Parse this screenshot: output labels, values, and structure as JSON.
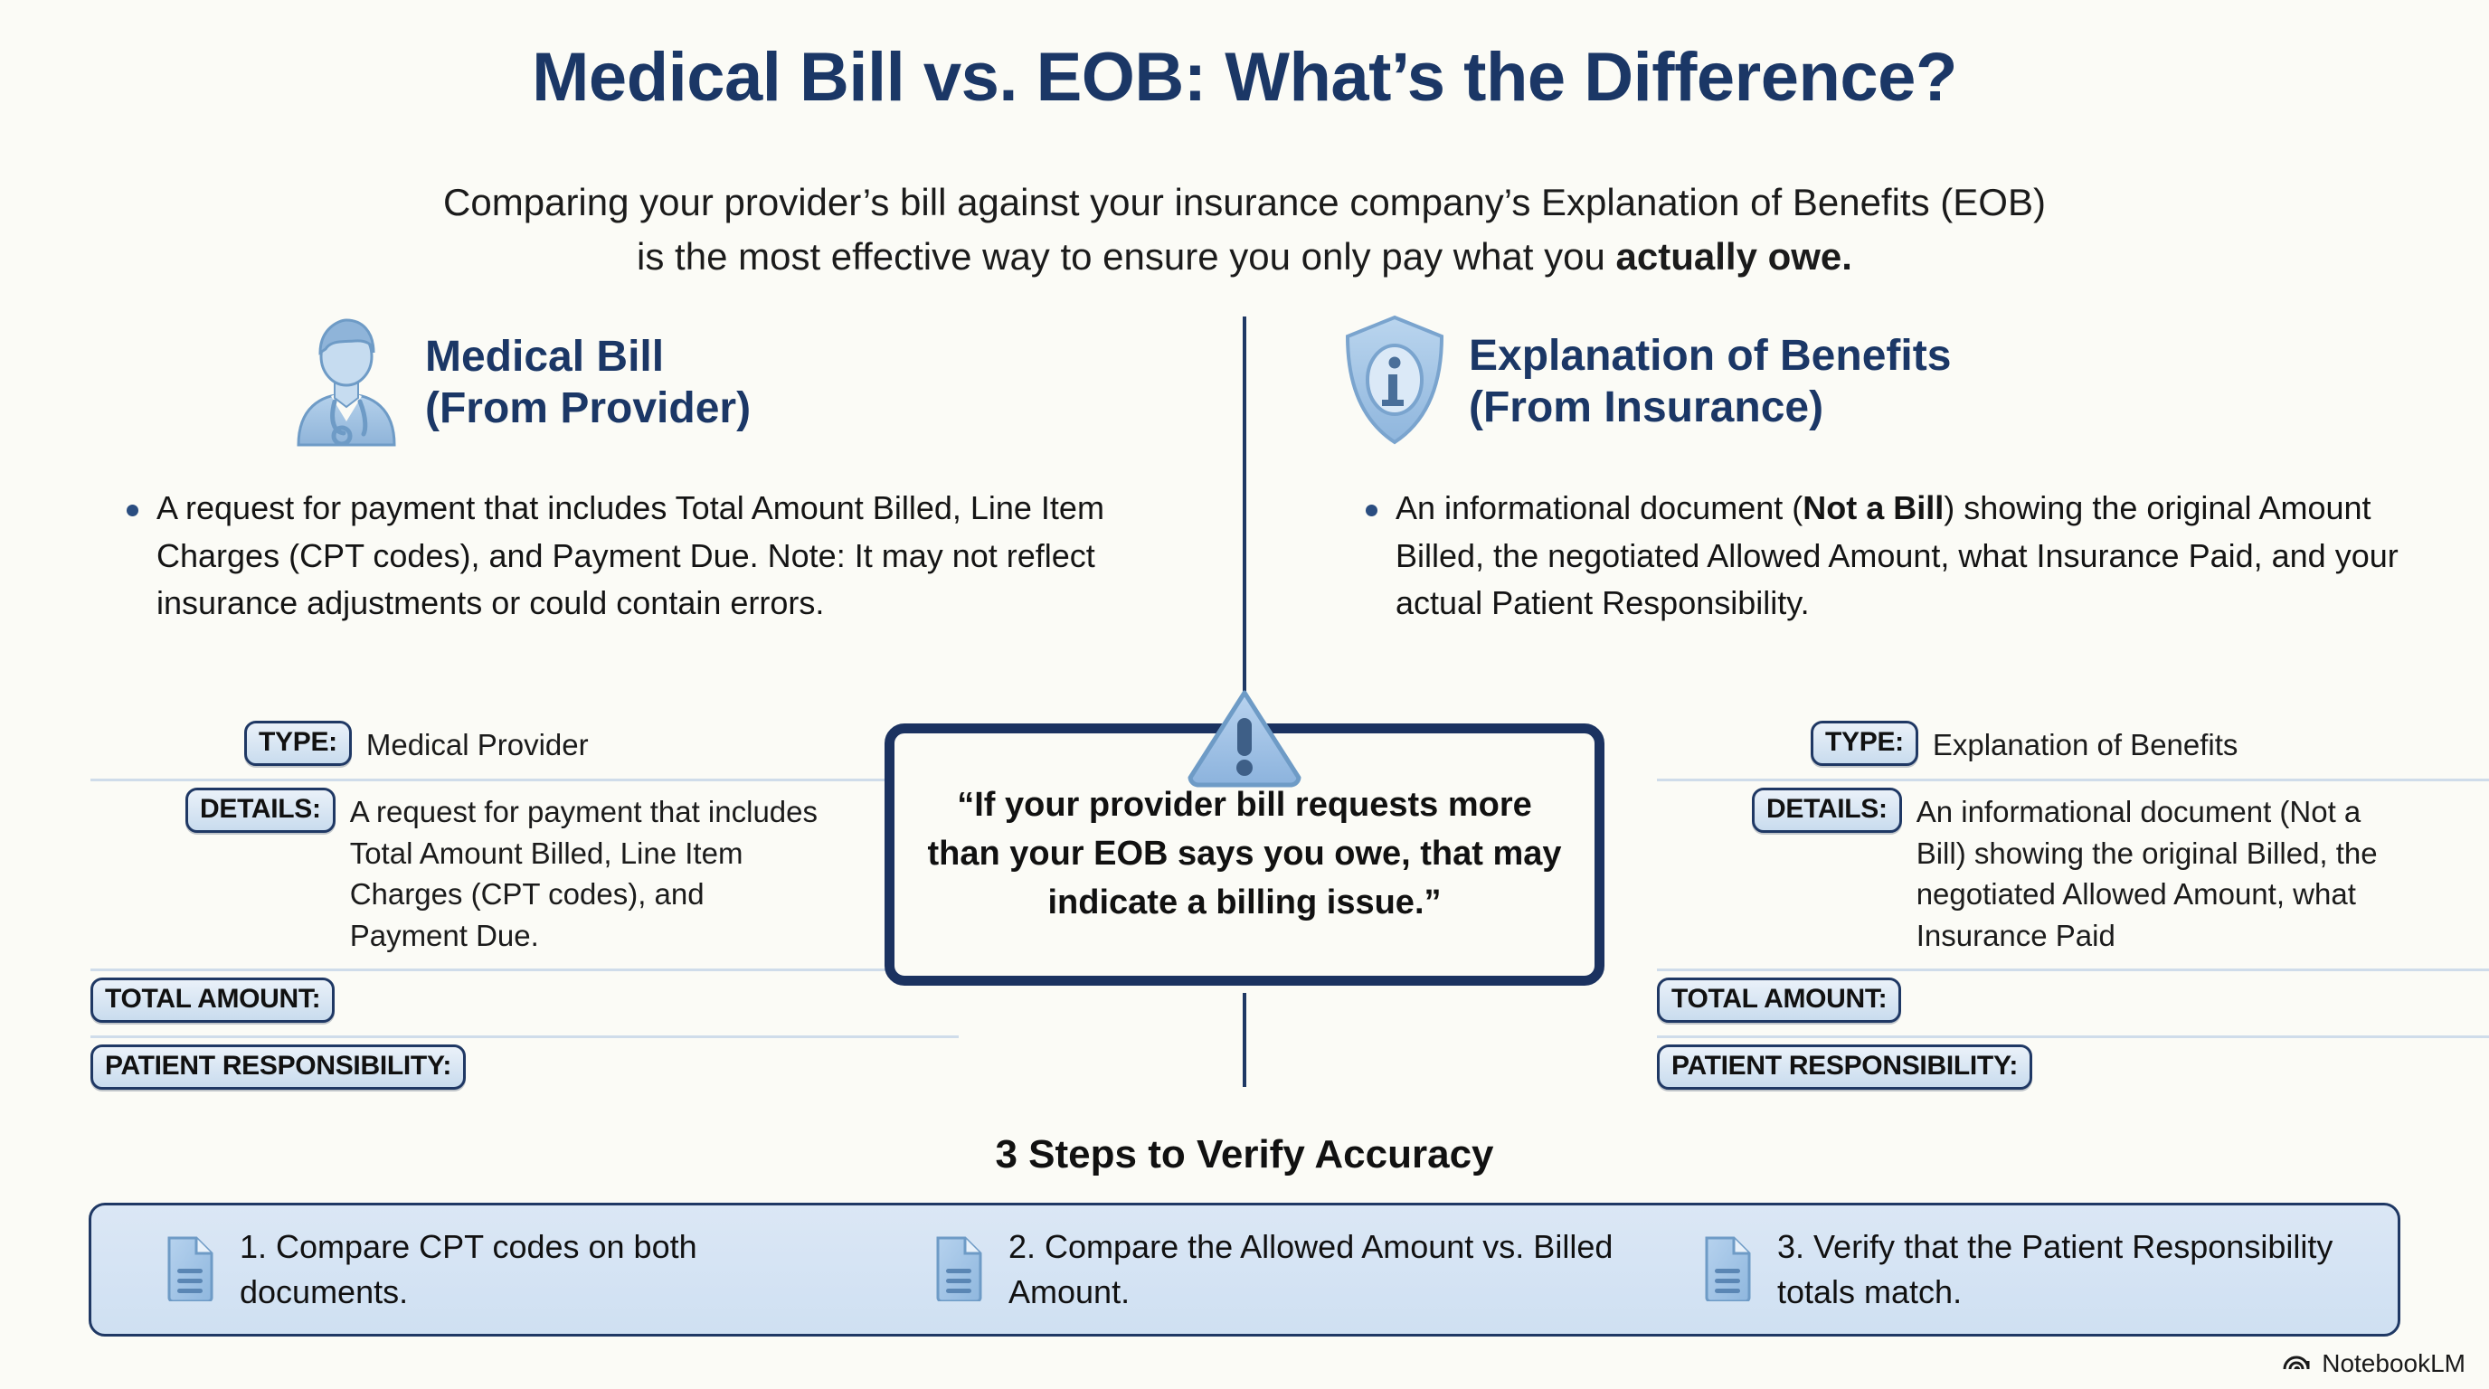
{
  "header": {
    "title": "Medical Bill vs. EOB: What’s the Difference?",
    "subtitle_line1": "Comparing your provider’s bill against your insurance company’s Explanation of Benefits (EOB)",
    "subtitle_line2_pre": "is the most effective way to ensure you only pay what you ",
    "subtitle_line2_bold": "actually owe."
  },
  "columns": [
    {
      "icon": "doctor-icon",
      "heading_line1": "Medical Bill",
      "heading_line2": "(From Provider)",
      "bullet_pre": "A request for payment that includes Total Amount Billed, Line Item Charges (CPT codes), and Payment Due. Note: It may not reflect insurance adjustments or could contain errors.",
      "rows": [
        {
          "chip": "TYPE:",
          "value": "Medical Provider"
        },
        {
          "chip": "DETAILS:",
          "value": "A request for payment that includes Total Amount Billed, Line Item Charges (CPT codes), and Payment Due."
        },
        {
          "chip": "TOTAL AMOUNT:",
          "value": ""
        },
        {
          "chip": "PATIENT RESPONSIBILITY:",
          "value": ""
        }
      ]
    },
    {
      "icon": "shield-info-icon",
      "heading_line1": "Explanation of Benefits",
      "heading_line2": "(From Insurance)",
      "bullet_pre": "An informational document (",
      "bullet_bold": "Not a Bill",
      "bullet_post": ") showing the original Amount Billed, the negotiated Allowed Amount, what Insurance Paid, and your actual Patient Responsibility.",
      "rows": [
        {
          "chip": "TYPE:",
          "value": "Explanation of Benefits"
        },
        {
          "chip": "DETAILS:",
          "value": "An informational document (Not a Bill) showing the original Billed, the negotiated Allowed Amount, what Insurance Paid"
        },
        {
          "chip": "TOTAL AMOUNT:",
          "value": ""
        },
        {
          "chip": "PATIENT RESPONSIBILITY:",
          "value": ""
        }
      ]
    }
  ],
  "callout": {
    "icon": "warning-triangle-icon",
    "text": "“If your provider bill requests more than your EOB says you owe, that may indicate a billing issue.”"
  },
  "steps_section": {
    "title": "3 Steps to Verify Accuracy",
    "steps": [
      {
        "icon": "document-icon",
        "text": "1. Compare CPT codes on both documents."
      },
      {
        "icon": "document-icon",
        "text": "2. Compare the Allowed Amount vs. Billed Amount."
      },
      {
        "icon": "document-icon",
        "text": "3. Verify that the Patient Responsibility totals match."
      }
    ]
  },
  "watermark": {
    "icon": "notebooklm-logo-icon",
    "label": "NotebookLM"
  },
  "colors": {
    "background": "#fbfbf6",
    "title_navy": "#1b3766",
    "border_navy": "#1f3864",
    "icon_blue": "#9dc0e2",
    "chip_fill": "#d7e6f4",
    "steps_bar_fill": "#d5e3f3",
    "divider": "#cfdcea"
  }
}
